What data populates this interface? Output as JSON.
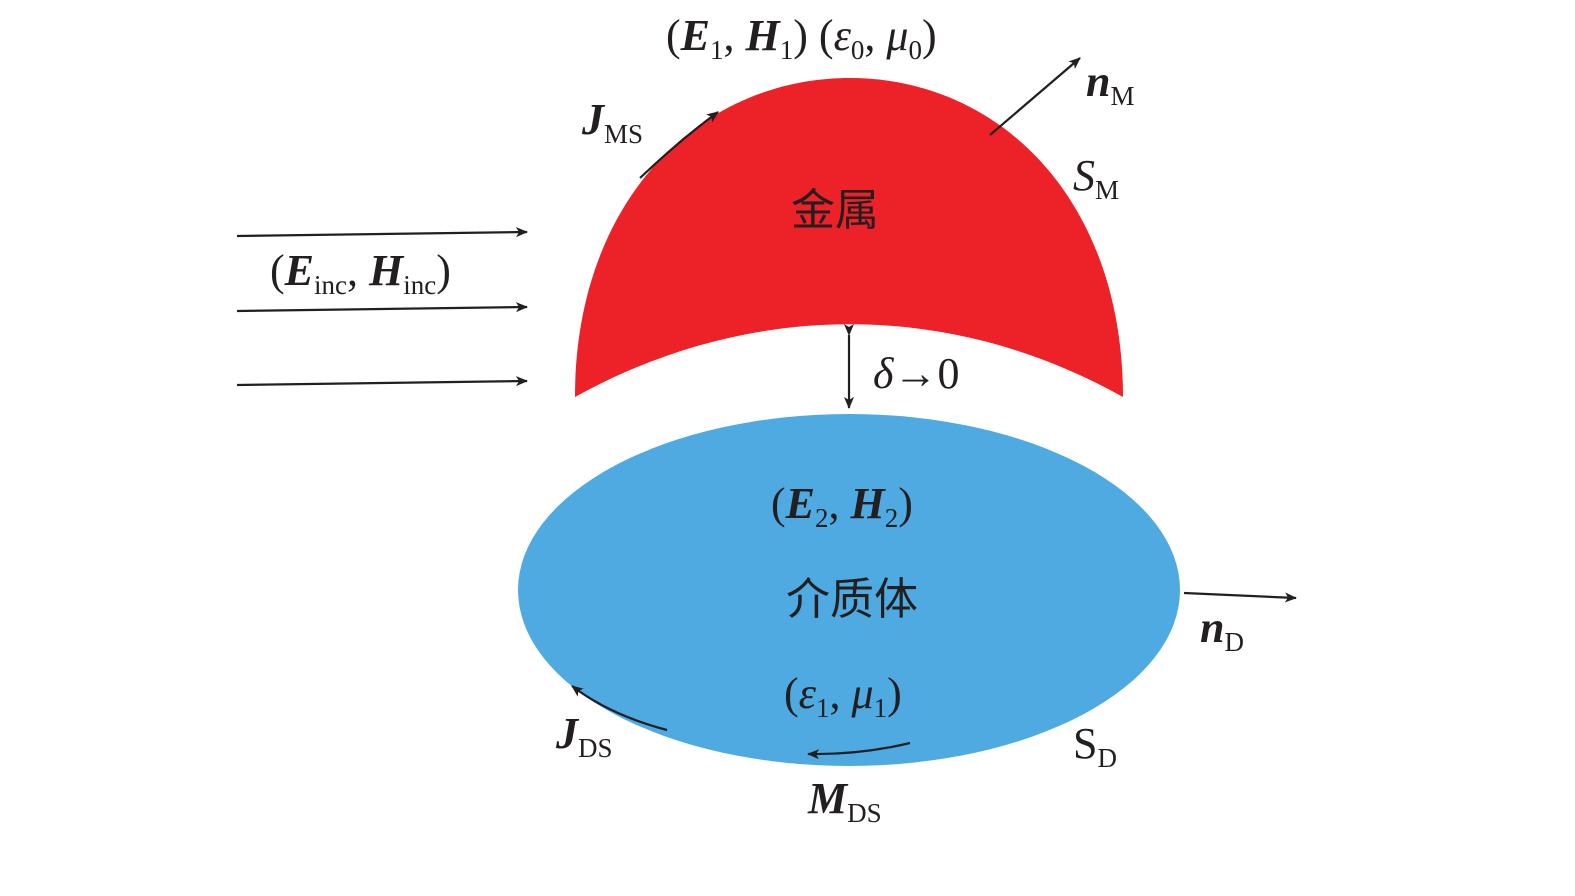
{
  "colors": {
    "metal": "#ed2229",
    "dielectric": "#4eaae0",
    "ink": "#231f20",
    "background": "#ffffff"
  },
  "region1": {
    "E": "E",
    "E_sub": "1",
    "H": "H",
    "H_sub": "1",
    "eps": "ε",
    "eps_sub": "0",
    "mu": "μ",
    "mu_sub": "0"
  },
  "metal": {
    "label": "金属",
    "normal": "n",
    "normal_sub": "M",
    "surface": "S",
    "surface_sub": "M",
    "current": "J",
    "current_sub": "MS"
  },
  "incident": {
    "E": "E",
    "E_sub": "inc",
    "H": "H",
    "H_sub": "inc",
    "arrow_count": 3
  },
  "gap": {
    "delta": "δ",
    "tends": "→0"
  },
  "dielectric": {
    "label": "介质体",
    "E": "E",
    "E_sub": "2",
    "H": "H",
    "H_sub": "2",
    "eps": "ε",
    "eps_sub": "1",
    "mu": "μ",
    "mu_sub": "1",
    "normal": "n",
    "normal_sub": "D",
    "surface": "S",
    "surface_sub": "D",
    "current_J": "J",
    "current_J_sub": "DS",
    "current_M": "M",
    "current_M_sub": "DS"
  }
}
